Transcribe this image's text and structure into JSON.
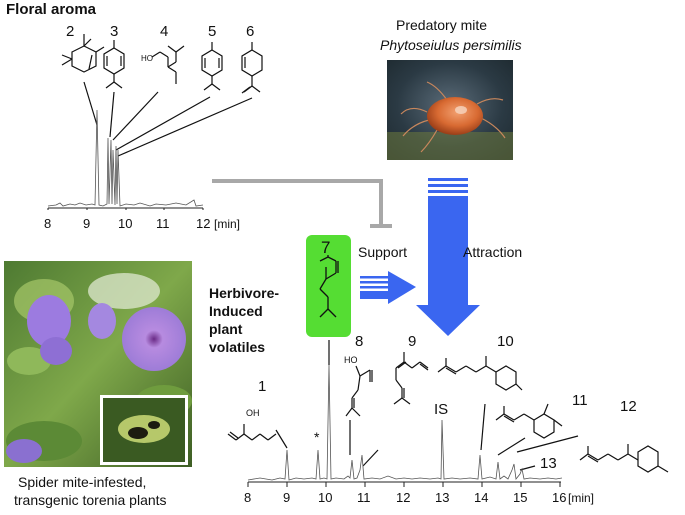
{
  "floral": {
    "title": "Floral aroma",
    "compounds": [
      "2",
      "3",
      "4",
      "5",
      "6"
    ],
    "ho": "HO",
    "ticks": [
      "8",
      "9",
      "10",
      "11",
      "12"
    ],
    "unit": "[min]"
  },
  "mite": {
    "name": "Predatory mite",
    "species": "Phytoseiulus persimilis"
  },
  "hipv": {
    "line1": "Herbivore-",
    "line2": "Induced",
    "line3": "plant",
    "line4": "volatiles",
    "box_label": "7",
    "support": "Support",
    "attraction": "Attraction",
    "labels": [
      "1",
      "8",
      "9",
      "10",
      "11",
      "12",
      "13"
    ],
    "is_label": "IS",
    "asterisk": "*",
    "oh": "OH",
    "ho": "HO",
    "ticks": [
      "8",
      "9",
      "10",
      "11",
      "12",
      "13",
      "14",
      "15",
      "16"
    ],
    "unit": "[min]"
  },
  "plant": {
    "caption1": "Spider mite-infested,",
    "caption2": "transgenic torenia plants"
  },
  "colors": {
    "arrow_blue": "#3a66f0",
    "box_green": "#55dd33",
    "inhibit_gray": "#a8a8a8"
  }
}
